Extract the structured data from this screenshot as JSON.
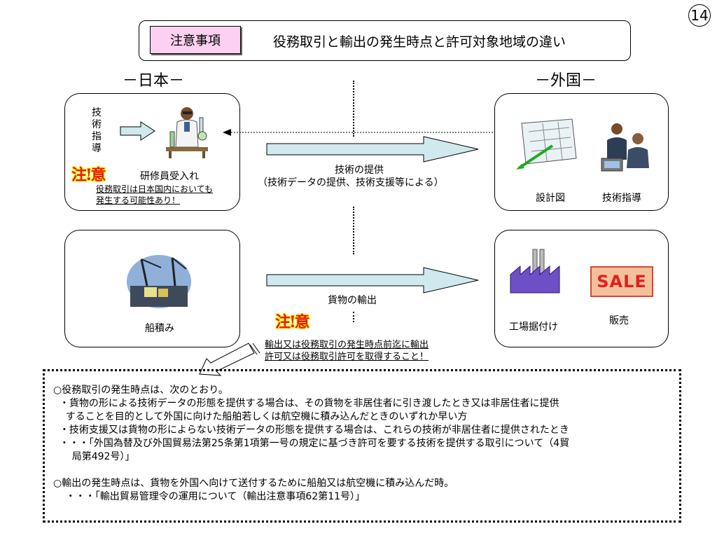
{
  "page_number": "14",
  "header": {
    "tag": "注意事項",
    "title": "役務取引と輸出の発生時点と許可対象地域の違い"
  },
  "regions": {
    "japan": "－日本－",
    "foreign": "－外国－"
  },
  "upper": {
    "vertical_label": [
      "技",
      "術",
      "指",
      "導"
    ],
    "trainee_label": "研修員受入れ",
    "caution_mark": "注!意",
    "caution_note_line1": "役務取引は日本国内においても",
    "caution_note_line2": "発生する可能性あり！",
    "arrow_label_line1": "技術の提供",
    "arrow_label_line2": "（技術データの提供、技術支援等による）",
    "foreign_item1": "設計図",
    "foreign_item2": "技術指導"
  },
  "lower": {
    "shipping_label": "船積み",
    "arrow_label": "貨物の輸出",
    "caution_mark": "注!意",
    "caution_note_line1": "輸出又は役務取引の発生時点前迄に輸出",
    "caution_note_line2": "許可又は役務取引許可を取得すること！",
    "foreign_item1": "工場据付け",
    "foreign_item2": "販売",
    "sale_sign": "SALE"
  },
  "notes": {
    "lines": [
      "○役務取引の発生時点は、次のとおり。",
      "  ・貨物の形による技術データの形態を提供する場合は、その貨物を非居住者に引き渡したとき又は非居住者に提供",
      "    することを目的として外国に向けた船舶若しくは航空機に積み込んだときのいずれか早い方",
      "  ・技術支援又は貨物の形によらない技術データの形態を提供する場合は、これらの技術が非居住者に提供されたとき",
      "  ・・・「外国為替及び外国貿易法第25条第1項第一号の規定に基づき許可を要する技術を提供する取引について（4貿",
      "      局第492号）」",
      "",
      "○輸出の発生時点は、貨物を外国へ向けて送付するために船舶又は航空機に積み込んだ時。",
      "    ・・・「輸出貿易管理令の運用について（輸出注意事項62第11号）」"
    ]
  }
}
